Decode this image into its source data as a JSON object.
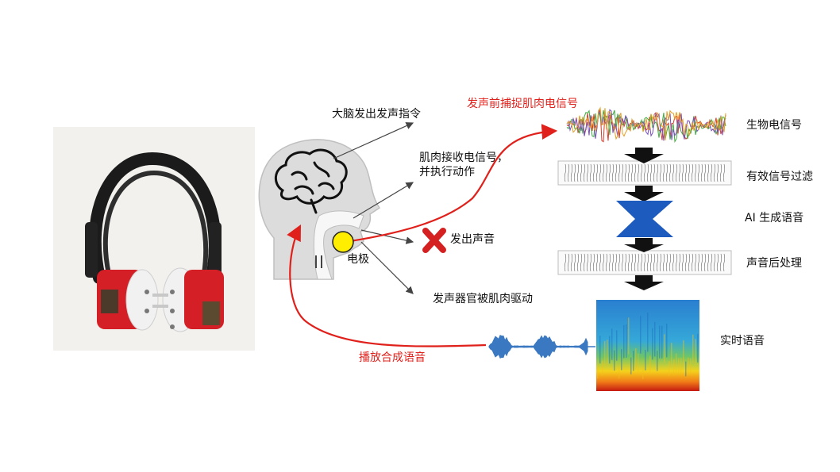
{
  "labels": {
    "brain_command": "大脑发出发声指令",
    "muscle_receive_1": "肌肉接收电信号，",
    "muscle_receive_2": "并执行动作",
    "produce_sound": "发出声音",
    "electrode": "电极",
    "vocal_organs_driven": "发声器官被肌肉驱动",
    "capture_before_phonation": "发声前捕捉肌肉电信号",
    "play_synthesized": "播放合成语音"
  },
  "pipeline": {
    "bio_signal": "生物电信号",
    "effective_filter": "有效信号过滤",
    "ai_generate": "AI 生成语音",
    "post_processing": "声音后处理",
    "realtime_speech": "实时语音"
  },
  "colors": {
    "red_path": "#e0201b",
    "electrode": "#ffee00",
    "x_mark": "#d42020",
    "ai_bowtie": "#1e5bbf",
    "waveform": "#3a78c2",
    "arrow": "#111111"
  }
}
